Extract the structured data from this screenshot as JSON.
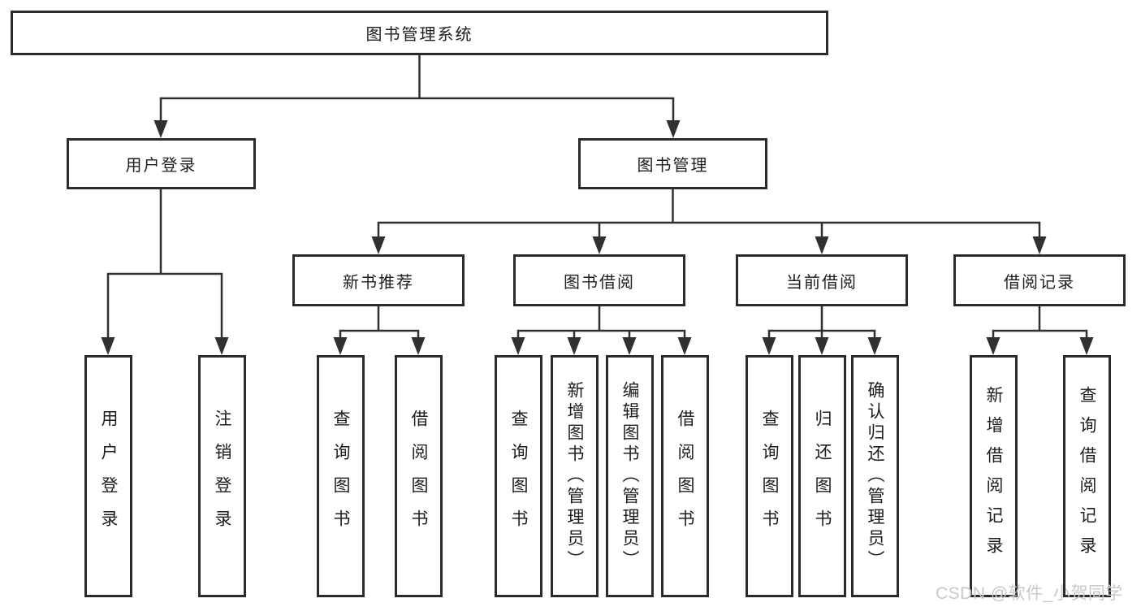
{
  "diagram": {
    "root": {
      "label": "图书管理系统"
    },
    "level2": [
      {
        "label": "用户登录"
      },
      {
        "label": "图书管理"
      }
    ],
    "level3": [
      {
        "label": "新书推荐"
      },
      {
        "label": "图书借阅"
      },
      {
        "label": "当前借阅"
      },
      {
        "label": "借阅记录"
      }
    ],
    "leaves": {
      "user_login": [
        {
          "label": "用户登录"
        },
        {
          "label": "注销登录"
        }
      ],
      "new_book": [
        {
          "label": "查询图书"
        },
        {
          "label": "借阅图书"
        }
      ],
      "book_borrow": [
        {
          "label": "查询图书"
        },
        {
          "label": "新增图书（管理员）"
        },
        {
          "label": "编辑图书（管理员）"
        },
        {
          "label": "借阅图书"
        }
      ],
      "current_borrow": [
        {
          "label": "查询图书"
        },
        {
          "label": "归还图书"
        },
        {
          "label": "确认归还（管理员）"
        }
      ],
      "borrow_record": [
        {
          "label": "新增借阅记录"
        },
        {
          "label": "查询借阅记录"
        }
      ]
    },
    "watermark": "CSDN @软件_小贺同学",
    "colors": {
      "line": "#303030",
      "border": "#2b2b2b",
      "text": "#1d1d1f",
      "watermark": "#c9c9cd",
      "background": "#ffffff"
    }
  }
}
